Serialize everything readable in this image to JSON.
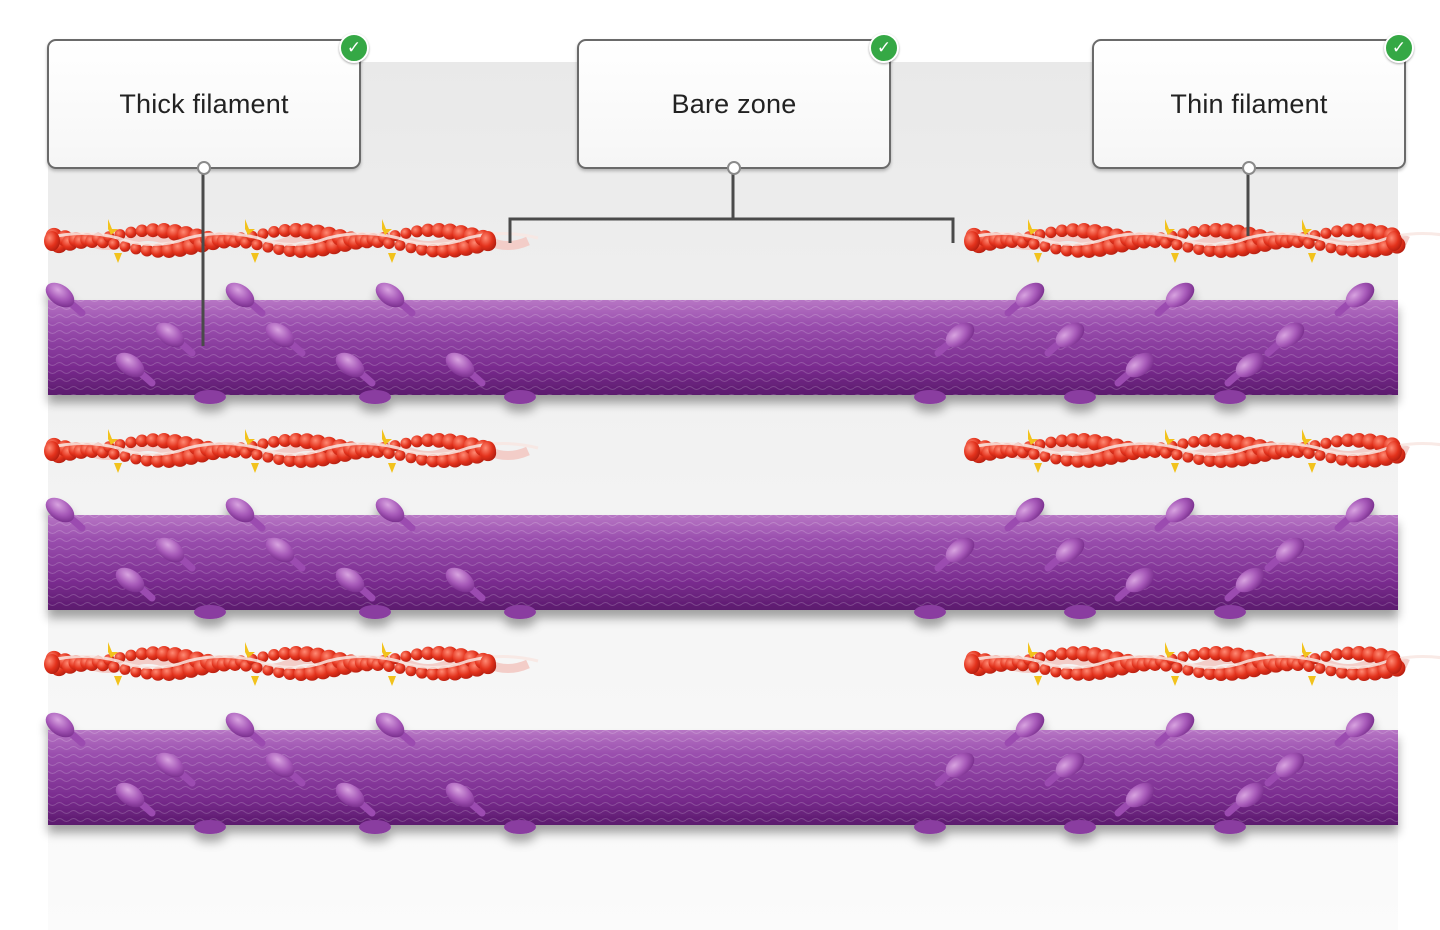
{
  "labels": [
    {
      "id": "thick",
      "text": "Thick filament",
      "status": "correct"
    },
    {
      "id": "bare",
      "text": "Bare zone",
      "status": "correct"
    },
    {
      "id": "thin",
      "text": "Thin filament",
      "status": "correct"
    }
  ],
  "check_glyph": "✓",
  "colors": {
    "thick_filament": "#7b2f8e",
    "thick_filament_light": "#a55ab5",
    "myosin_head": "#9a45ad",
    "actin": "#e23b24",
    "tropomyosin": "#f3c9c3",
    "troponin": "#f2c21c",
    "check": "#35a845",
    "panel_bg": "#f0f0f0"
  },
  "icons": [
    "check-icon",
    "leader-anchor-icon"
  ]
}
